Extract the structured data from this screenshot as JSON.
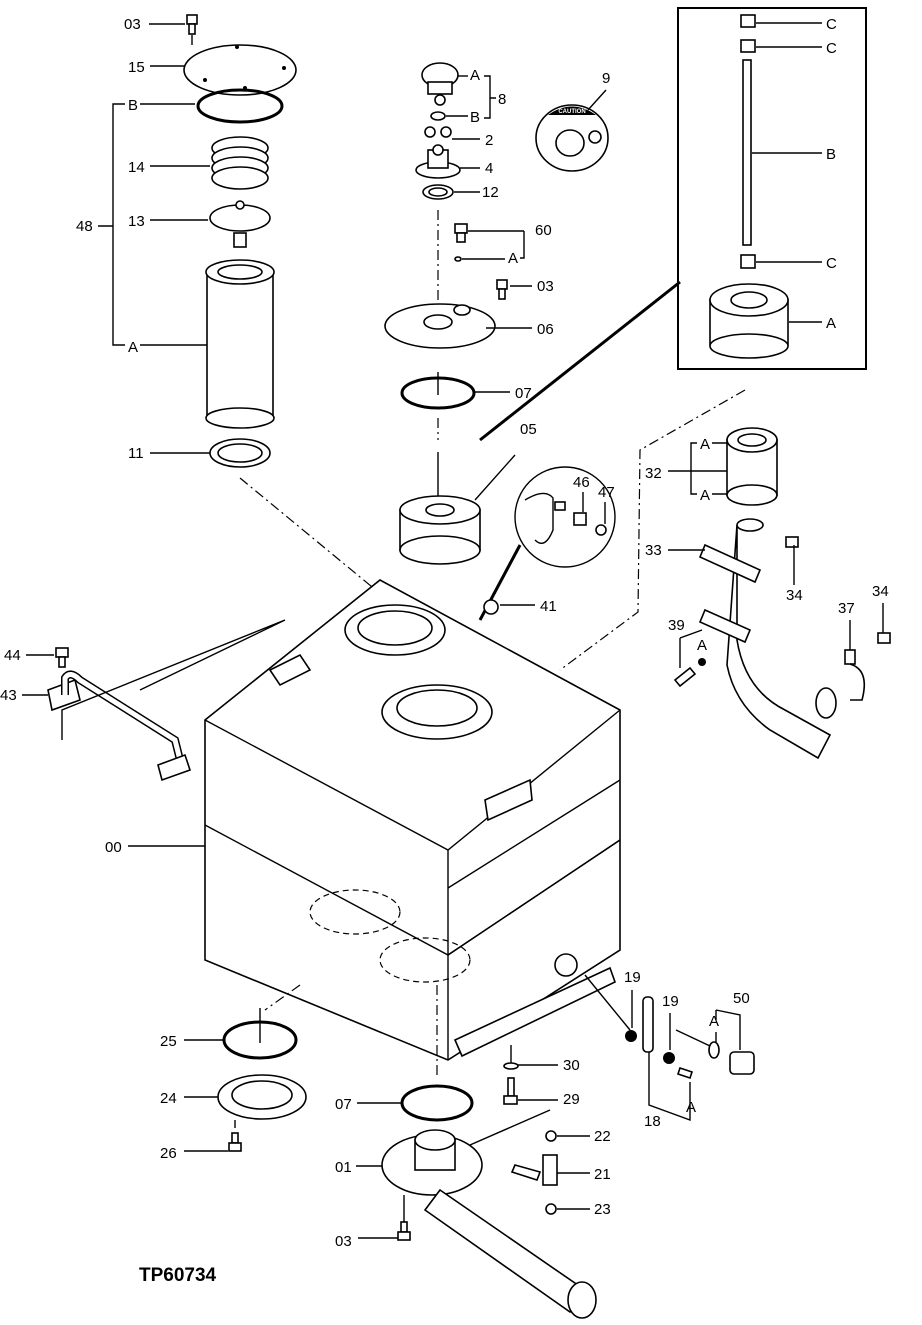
{
  "figure_id": "TP60734",
  "callouts": {
    "c03a": "03",
    "c15": "15",
    "c48": "48",
    "c48B": "B",
    "c14": "14",
    "c13": "13",
    "c48A": "A",
    "c11": "11",
    "c8": "8",
    "c8A": "A",
    "c8B": "B",
    "c2": "2",
    "c4": "4",
    "c12": "12",
    "c9": "9",
    "c60": "60",
    "c60A": "A",
    "c03b": "03",
    "c06": "06",
    "c07a": "07",
    "c05": "05",
    "c46": "46",
    "c47": "47",
    "c41": "41",
    "c32": "32",
    "c32A1": "A",
    "c32A2": "A",
    "c33": "33",
    "c34a": "34",
    "c34b": "34",
    "c37": "37",
    "c39": "39",
    "c39A": "A",
    "c44": "44",
    "c43": "43",
    "c00": "00",
    "c25": "25",
    "c24": "24",
    "c26": "26",
    "c07b": "07",
    "c01": "01",
    "c03c": "03",
    "c30": "30",
    "c29": "29",
    "c22": "22",
    "c21": "21",
    "c23": "23",
    "c19a": "19",
    "c19b": "19",
    "c18": "18",
    "c18A": "A",
    "c50": "50",
    "c50A": "A"
  },
  "inset": {
    "labels": {
      "c1": "C",
      "c2": "C",
      "b": "B",
      "c3": "C",
      "a": "A"
    }
  },
  "decal": {
    "header": "CAUTION"
  }
}
